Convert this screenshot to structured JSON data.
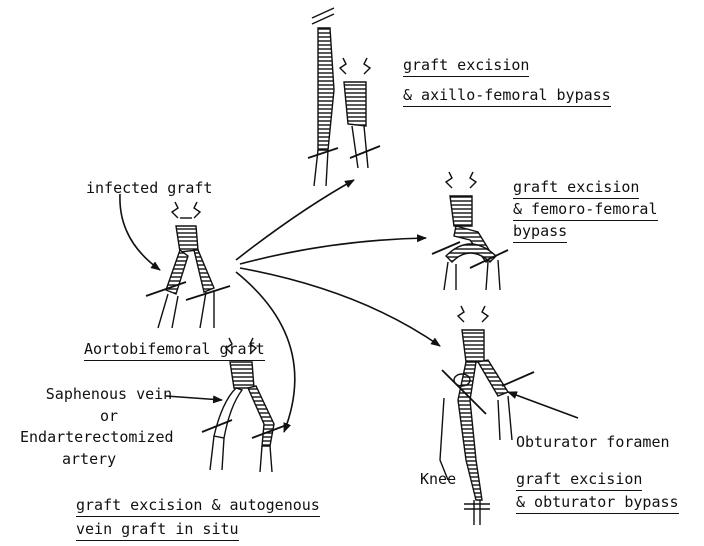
{
  "labels": {
    "axillo_line1": "graft excision",
    "axillo_line2": "& axillo-femoral bypass",
    "femfem_line1": "graft excision",
    "femfem_line2": "& femoro-femoral",
    "femfem_line3": "bypass",
    "infected": "infected graft",
    "aortobifemoral": "Aortobifemoral graft",
    "saphenous": "Saphenous vein",
    "or": "or",
    "endart1": "Endarterectomized",
    "endart2": "artery",
    "autog_line1": "graft excision & autogenous",
    "autog_line2": "vein graft in situ",
    "obturator_foramen": "Obturator foramen",
    "knee": "Knee",
    "obt_line1": "graft excision",
    "obt_line2": "& obturator bypass"
  },
  "colors": {
    "ink": "#111111",
    "background": "#ffffff"
  }
}
